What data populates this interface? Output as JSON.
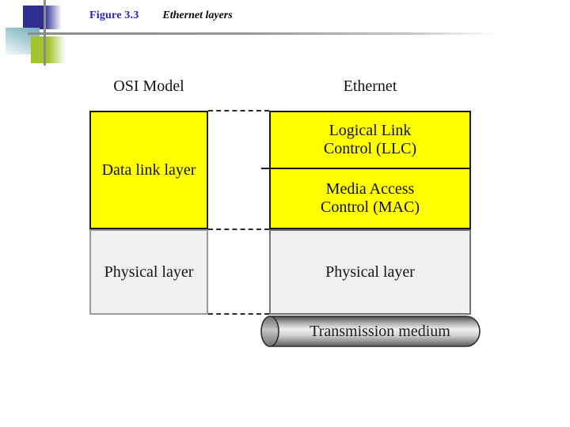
{
  "slide": {
    "figure_label": "Figure 3.3",
    "figure_title": "Ethernet layers"
  },
  "diagram": {
    "columns": [
      {
        "header": "OSI Model"
      },
      {
        "header": "Ethernet"
      }
    ],
    "osi": {
      "data_link": "Data link layer",
      "physical": "Physical layer"
    },
    "ethernet": {
      "llc_line1": "Logical Link",
      "llc_line2": "Control (LLC)",
      "mac_line1": "Media Access",
      "mac_line2": "Control (MAC)",
      "physical": "Physical layer"
    },
    "medium": {
      "label": "Transmission medium"
    }
  },
  "colors": {
    "layer_yellow": "#ffff00",
    "layer_gray": "#f0f0f0",
    "title_blue": "#2424bd",
    "ornament_blue": "#2d2d93",
    "ornament_teal": "#79b0bd",
    "ornament_green": "#a2c32c",
    "rule_gray": "#8c8c8c"
  }
}
